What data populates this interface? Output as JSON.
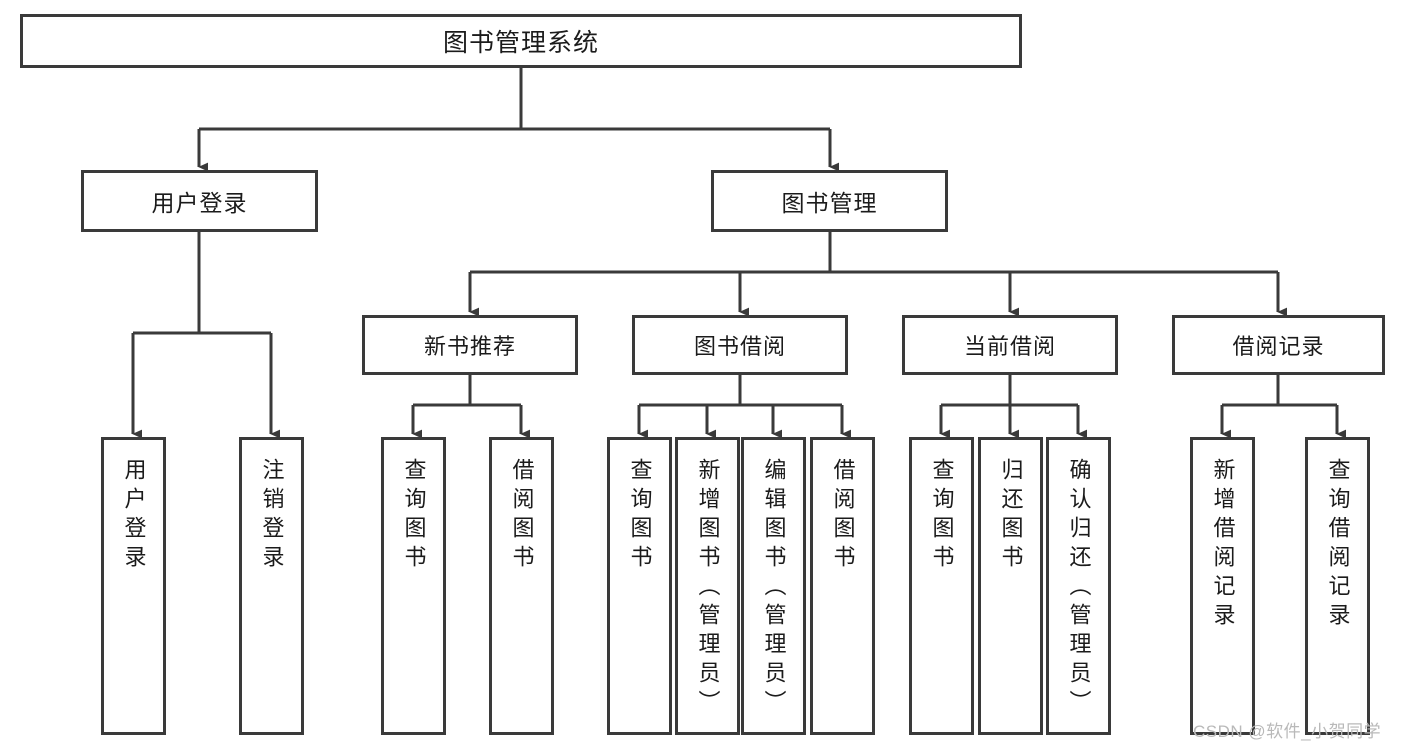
{
  "diagram": {
    "title": "图书管理系统",
    "type": "tree-hierarchy-diagram",
    "orientation": "top-down",
    "style": {
      "box_border_color": "#3a3a3a",
      "box_fill_color": "#ffffff",
      "connector_color": "#3a3a3a",
      "text_color": "#1b1b1b",
      "background_color": "#ffffff"
    },
    "root": {
      "id": "root",
      "label": "图书管理系统"
    },
    "level1": [
      {
        "id": "user-login",
        "label": "用户登录"
      },
      {
        "id": "book-manage",
        "label": "图书管理"
      }
    ],
    "level2": [
      {
        "id": "new-book-recommend",
        "label": "新书推荐",
        "parent": "book-manage"
      },
      {
        "id": "book-borrow",
        "label": "图书借阅",
        "parent": "book-manage"
      },
      {
        "id": "current-borrow",
        "label": "当前借阅",
        "parent": "book-manage"
      },
      {
        "id": "borrow-record",
        "label": "借阅记录",
        "parent": "book-manage"
      }
    ],
    "leaves": {
      "user-login": [
        {
          "id": "leaf-user-login",
          "label": "用户登录"
        },
        {
          "id": "leaf-user-logout",
          "label": "注销登录"
        }
      ],
      "new-book-recommend": [
        {
          "id": "leaf-query-book-1",
          "label": "查询图书"
        },
        {
          "id": "leaf-borrow-book-1",
          "label": "借阅图书"
        }
      ],
      "book-borrow": [
        {
          "id": "leaf-query-book-2",
          "label": "查询图书"
        },
        {
          "id": "leaf-add-book",
          "label": "新增图书（管理员）"
        },
        {
          "id": "leaf-edit-book",
          "label": "编辑图书（管理员）"
        },
        {
          "id": "leaf-borrow-book-2",
          "label": "借阅图书"
        }
      ],
      "current-borrow": [
        {
          "id": "leaf-query-book-3",
          "label": "查询图书"
        },
        {
          "id": "leaf-return-book",
          "label": "归还图书"
        },
        {
          "id": "leaf-confirm-return",
          "label": "确认归还（管理员）"
        }
      ],
      "borrow-record": [
        {
          "id": "leaf-add-record",
          "label": "新增借阅记录"
        },
        {
          "id": "leaf-query-record",
          "label": "查询借阅记录"
        }
      ]
    }
  },
  "watermark": {
    "text": "CSDN @软件_小贺同学"
  }
}
